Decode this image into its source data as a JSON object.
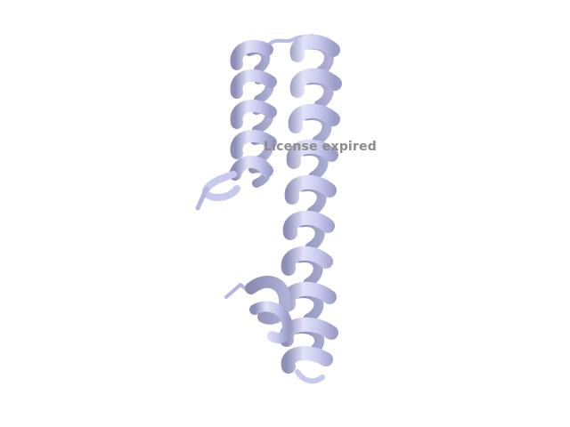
{
  "viewer": {
    "background_color": "#ffffff",
    "watermark_text": "License expired",
    "watermark_color": "#8c8c8c",
    "structure": {
      "representation": "cartoon",
      "color": "#c7c9ee",
      "elements": [
        "helix-right",
        "helix-left",
        "loop-top",
        "loop-bottom",
        "helix-bottom-left"
      ]
    }
  }
}
